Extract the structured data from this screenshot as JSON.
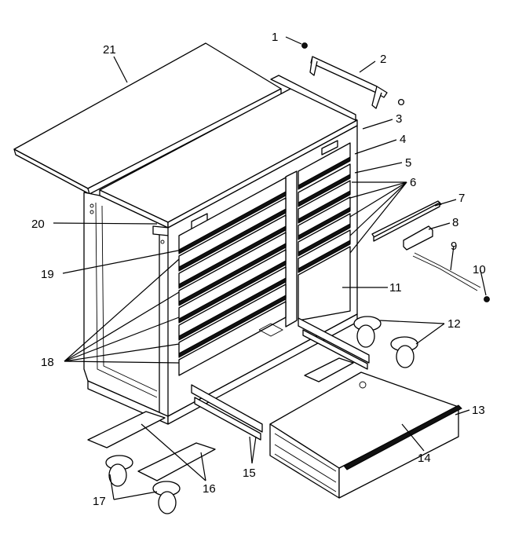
{
  "diagram": {
    "callouts": [
      "1",
      "2",
      "3",
      "4",
      "5",
      "6",
      "7",
      "8",
      "9",
      "10",
      "11",
      "12",
      "13",
      "14",
      "15",
      "16",
      "17",
      "18",
      "19",
      "20",
      "21"
    ],
    "colors": {
      "ink": "#000000",
      "paper": "#ffffff"
    }
  }
}
